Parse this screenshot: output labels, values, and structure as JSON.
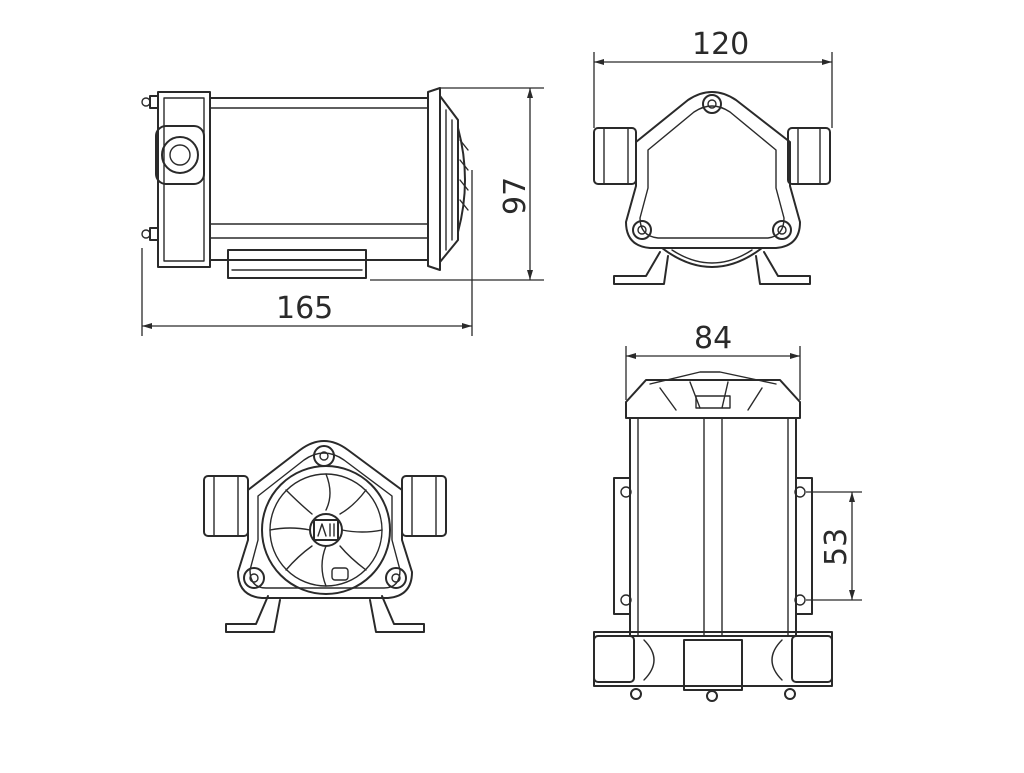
{
  "dimensions": {
    "side_length": "165",
    "side_height": "97",
    "front_width": "120",
    "top_width": "84",
    "mount_spacing": "53"
  },
  "colors": {
    "line": "#2a2a2a",
    "background": "#ffffff"
  }
}
